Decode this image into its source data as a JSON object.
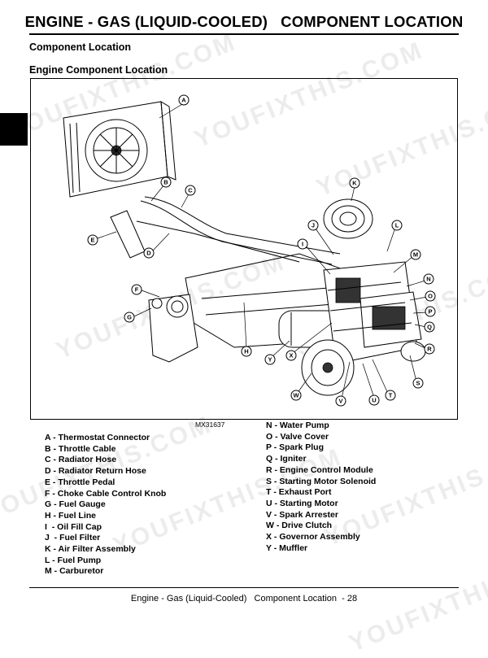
{
  "page": {
    "title": "ENGINE - GAS (LIQUID-COOLED)   COMPONENT LOCATION",
    "section_heading": "Component Location",
    "subsection_heading": "Engine Component Location",
    "figure_code": "MX31637",
    "footer": "Engine - Gas (Liquid-Cooled)   Component Location  - 28",
    "watermark": "YOUFIXTHIS.COM"
  },
  "callouts": [
    "A",
    "B",
    "C",
    "D",
    "E",
    "F",
    "G",
    "H",
    "I",
    "J",
    "K",
    "L",
    "M",
    "N",
    "O",
    "P",
    "Q",
    "R",
    "S",
    "T",
    "U",
    "V",
    "W",
    "X",
    "Y"
  ],
  "legend_left": [
    "A - Thermostat Connector",
    "B - Throttle Cable",
    "C - Radiator Hose",
    "D - Radiator Return Hose",
    "E - Throttle Pedal",
    "F - Choke Cable Control Knob",
    "G - Fuel Gauge",
    "H - Fuel Line",
    "I  - Oil Fill Cap",
    "J  - Fuel Filter",
    "K - Air Filter Assembly",
    "L - Fuel Pump",
    "M - Carburetor"
  ],
  "legend_right": [
    "N - Water Pump",
    "O - Valve Cover",
    "P - Spark Plug",
    "Q - Igniter",
    "R - Engine Control Module",
    "S - Starting Motor Solenoid",
    "T - Exhaust Port",
    "U - Starting Motor",
    "V - Spark Arrester",
    "W - Drive Clutch",
    "X - Governor Assembly",
    "Y - Muffler"
  ]
}
